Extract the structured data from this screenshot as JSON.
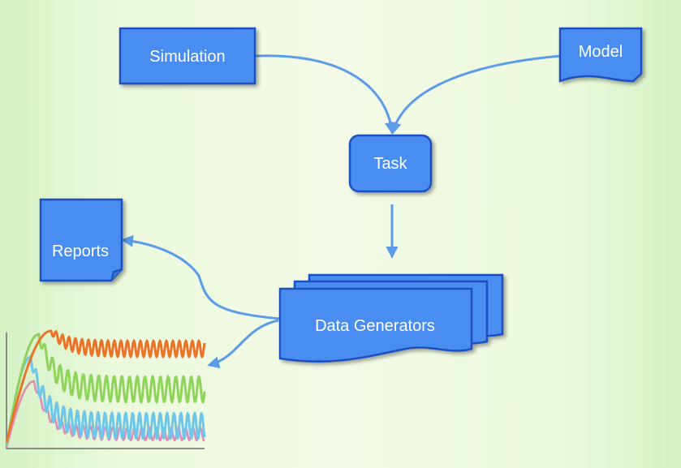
{
  "diagram": {
    "nodes": {
      "simulation": {
        "label": "Simulation"
      },
      "model": {
        "label": "Model"
      },
      "task": {
        "label": "Task"
      },
      "reports": {
        "label": "Reports"
      },
      "data_generators": {
        "label": "Data Generators"
      }
    },
    "edges": [
      {
        "from": "simulation",
        "to": "task"
      },
      {
        "from": "model",
        "to": "task"
      },
      {
        "from": "task",
        "to": "data_generators"
      },
      {
        "from": "data_generators",
        "to": "reports"
      },
      {
        "from": "data_generators",
        "to": "plot-thumbnail"
      }
    ],
    "colors": {
      "node_fill": "#4a8df0",
      "node_border": "#1f4fbf",
      "arrow": "#5b9be8",
      "plot_orange": "#e8742a",
      "plot_green": "#8ed45a",
      "plot_blue": "#6ec6e8",
      "plot_pink": "#e08ab8"
    }
  }
}
